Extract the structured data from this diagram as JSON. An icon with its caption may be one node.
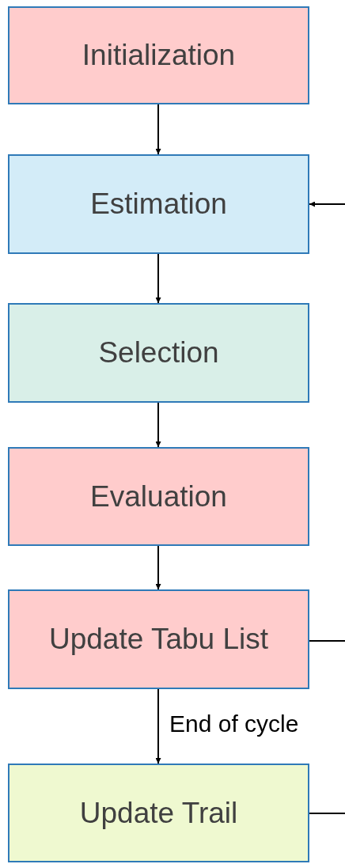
{
  "diagram": {
    "nodes": [
      {
        "text": [
          "Initialization"
        ]
      },
      {
        "text": [
          "Estimation"
        ]
      },
      {
        "text": [
          "Selection"
        ]
      },
      {
        "text": [
          "Evaluation"
        ]
      },
      {
        "text": [
          "Update Tabu List"
        ]
      },
      {
        "text": [
          "Update Trail"
        ]
      }
    ],
    "edges": [
      {
        "from": 0,
        "to": 1,
        "arrow": "to"
      },
      {
        "from": 1,
        "to": 2,
        "arrow": "to"
      },
      {
        "from": 2,
        "to": 3,
        "arrow": "to"
      },
      {
        "from": 3,
        "to": 4,
        "arrow": "to"
      },
      {
        "from": 4,
        "to": 5,
        "arrow": "to",
        "label": "End of cycle"
      },
      {
        "from": null,
        "to": 1,
        "arrow": "to"
      },
      {
        "from": 4,
        "to": null,
        "arrow": "none"
      },
      {
        "from": 5,
        "to": null,
        "arrow": "none"
      }
    ]
  }
}
